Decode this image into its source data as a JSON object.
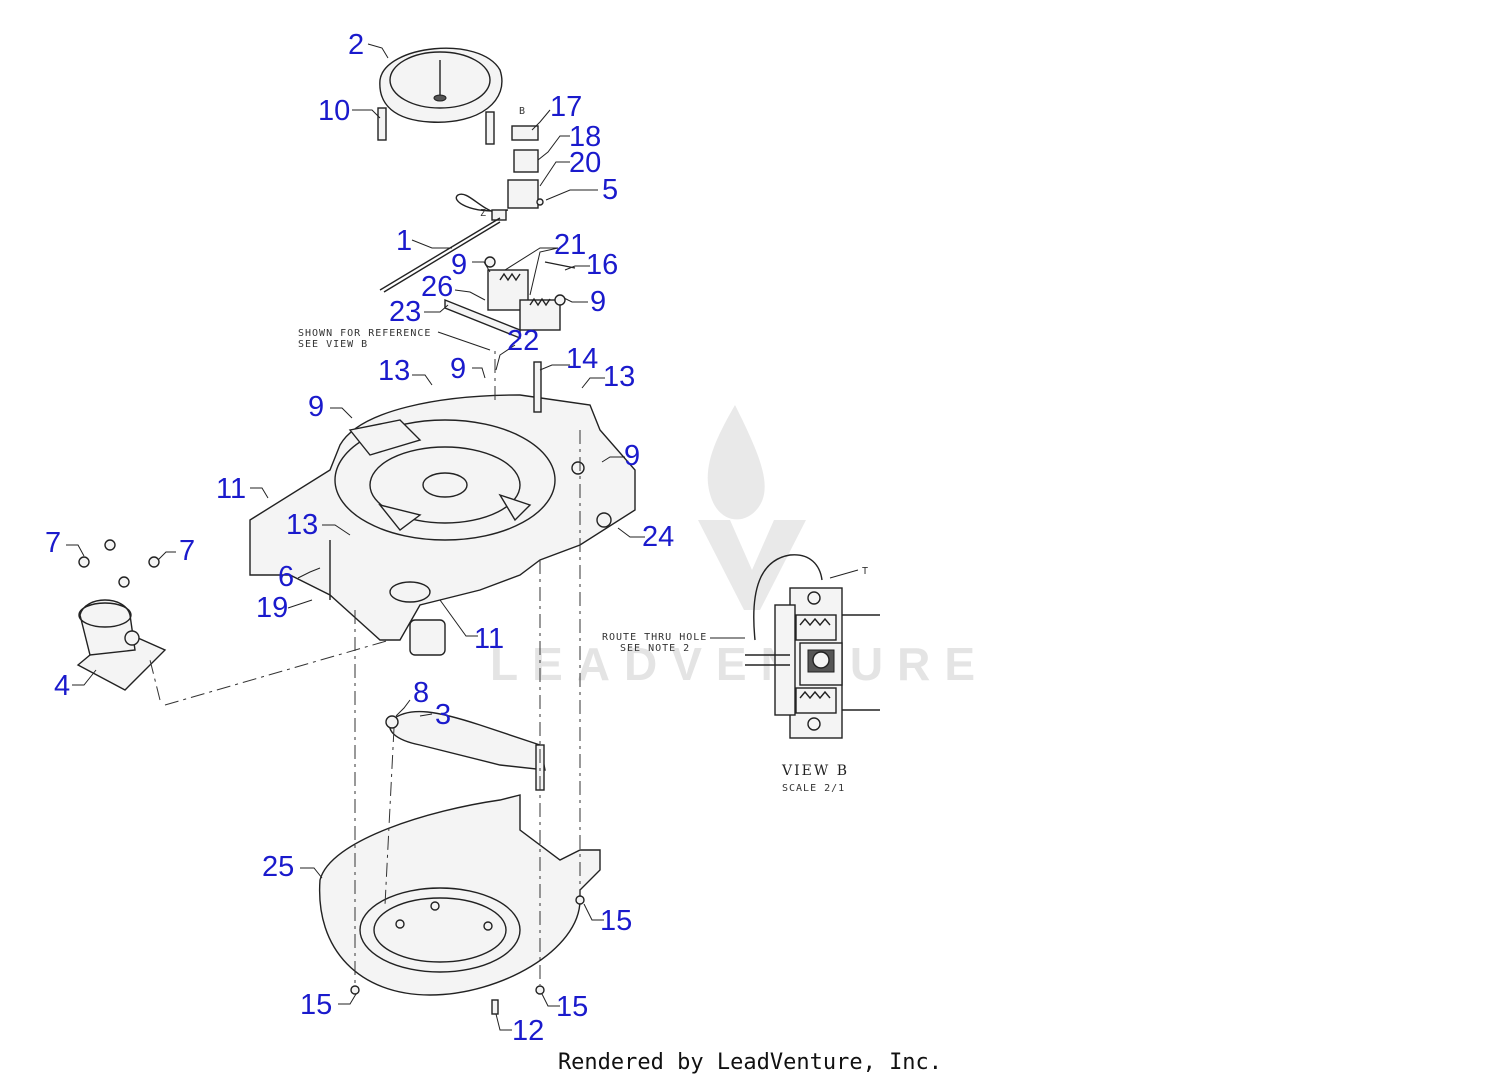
{
  "callouts": [
    {
      "id": "2",
      "label": "2"
    },
    {
      "id": "10",
      "label": "10"
    },
    {
      "id": "17",
      "label": "17"
    },
    {
      "id": "18",
      "label": "18"
    },
    {
      "id": "20",
      "label": "20"
    },
    {
      "id": "5",
      "label": "5"
    },
    {
      "id": "1",
      "label": "1"
    },
    {
      "id": "21",
      "label": "21"
    },
    {
      "id": "9a",
      "label": "9"
    },
    {
      "id": "16",
      "label": "16"
    },
    {
      "id": "26",
      "label": "26"
    },
    {
      "id": "9b",
      "label": "9"
    },
    {
      "id": "23",
      "label": "23"
    },
    {
      "id": "22",
      "label": "22"
    },
    {
      "id": "9c",
      "label": "9"
    },
    {
      "id": "14",
      "label": "14"
    },
    {
      "id": "13a",
      "label": "13"
    },
    {
      "id": "13b",
      "label": "13"
    },
    {
      "id": "9d",
      "label": "9"
    },
    {
      "id": "9e",
      "label": "9"
    },
    {
      "id": "11a",
      "label": "11"
    },
    {
      "id": "13c",
      "label": "13"
    },
    {
      "id": "24",
      "label": "24"
    },
    {
      "id": "7a",
      "label": "7"
    },
    {
      "id": "7b",
      "label": "7"
    },
    {
      "id": "6",
      "label": "6"
    },
    {
      "id": "19",
      "label": "19"
    },
    {
      "id": "11b",
      "label": "11"
    },
    {
      "id": "4",
      "label": "4"
    },
    {
      "id": "8",
      "label": "8"
    },
    {
      "id": "3",
      "label": "3"
    },
    {
      "id": "25",
      "label": "25"
    },
    {
      "id": "15a",
      "label": "15"
    },
    {
      "id": "15b",
      "label": "15"
    },
    {
      "id": "15c",
      "label": "15"
    },
    {
      "id": "12",
      "label": "12"
    }
  ],
  "notes": {
    "reference_line1": "SHOWN FOR REFERENCE",
    "reference_line2": "SEE VIEW B",
    "route_line1": "ROUTE THRU HOLE",
    "route_line2": "SEE NOTE 2",
    "view_b_title": "VIEW B",
    "view_b_scale": "SCALE 2/1",
    "view_b_marker": "B",
    "wire_tag": "T",
    "wire_tag_z": "Z"
  },
  "watermark": {
    "text": "LEADVENTURE"
  },
  "footer": {
    "text": "Rendered by LeadVenture, Inc."
  },
  "colors": {
    "label": "#1a1acc",
    "line": "#222222",
    "watermark": "#e4e4e4"
  }
}
